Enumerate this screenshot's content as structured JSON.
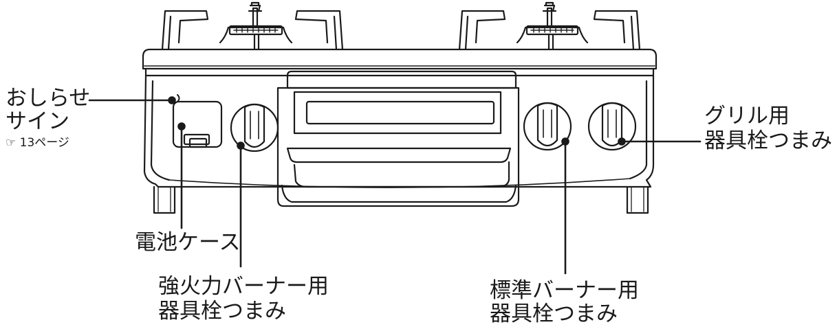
{
  "labels": {
    "signal_line1": "おしらせ",
    "signal_line2": "サイン",
    "signal_ref": "☞ 13ページ",
    "battery_case": "電池ケース",
    "strong_line1": "強火力バーナー用",
    "strong_line2": "器具栓つまみ",
    "standard_line1": "標準バーナー用",
    "standard_line2": "器具栓つまみ",
    "grill_line1": "グリル用",
    "grill_line2": "器具栓つまみ"
  },
  "colors": {
    "line": "#1a1a1a",
    "fill": "#ffffff"
  },
  "icons": {
    "pointer": "hand-pointer-icon"
  }
}
